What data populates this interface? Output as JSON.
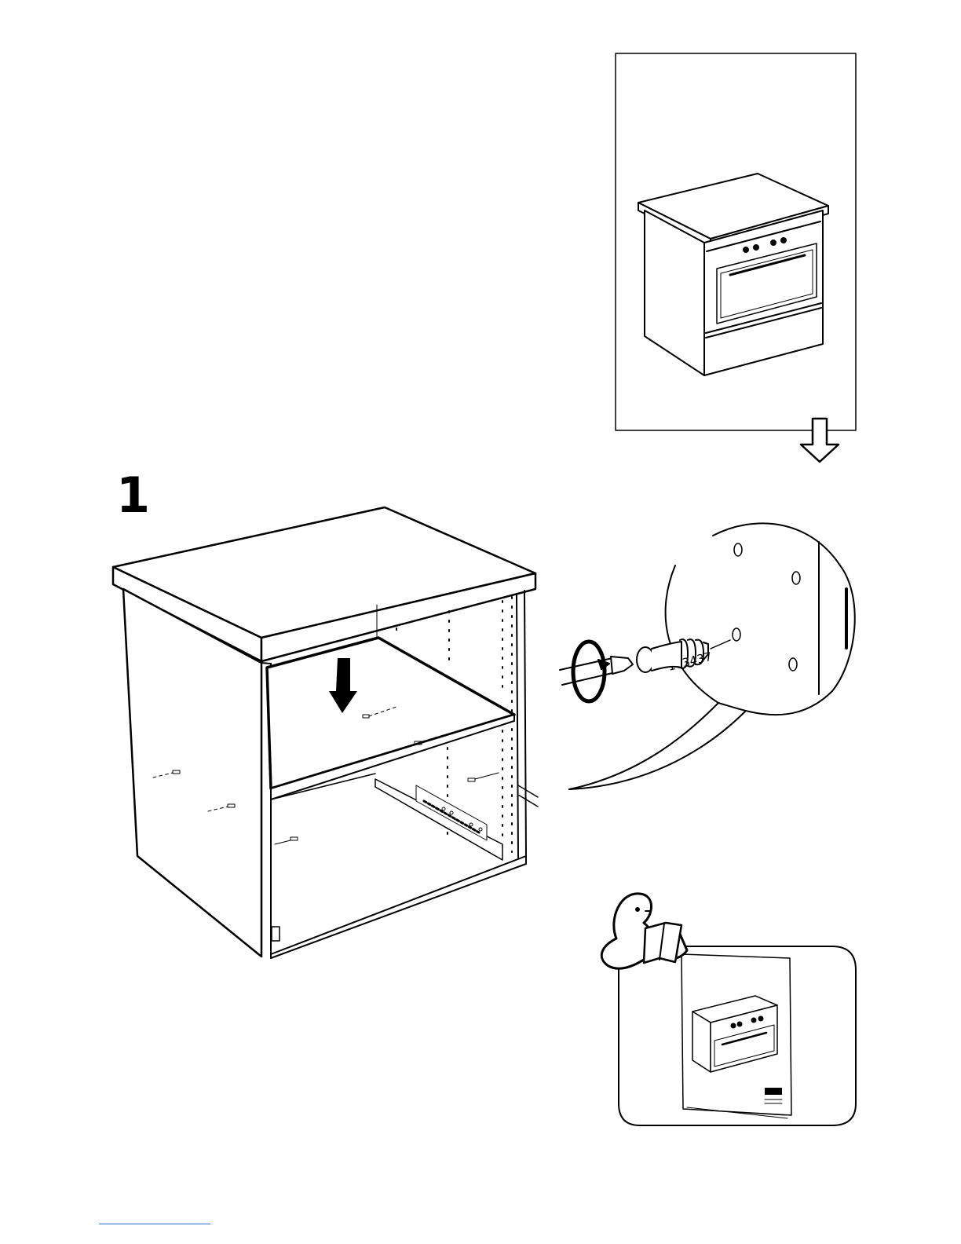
{
  "step": {
    "number": "1"
  },
  "callout": {
    "part_number": "103437"
  },
  "booklet": {
    "logo_text": "IKEA"
  },
  "colors": {
    "line": "#000000",
    "background": "#ffffff",
    "footer_rule": "#3a6bd1"
  }
}
